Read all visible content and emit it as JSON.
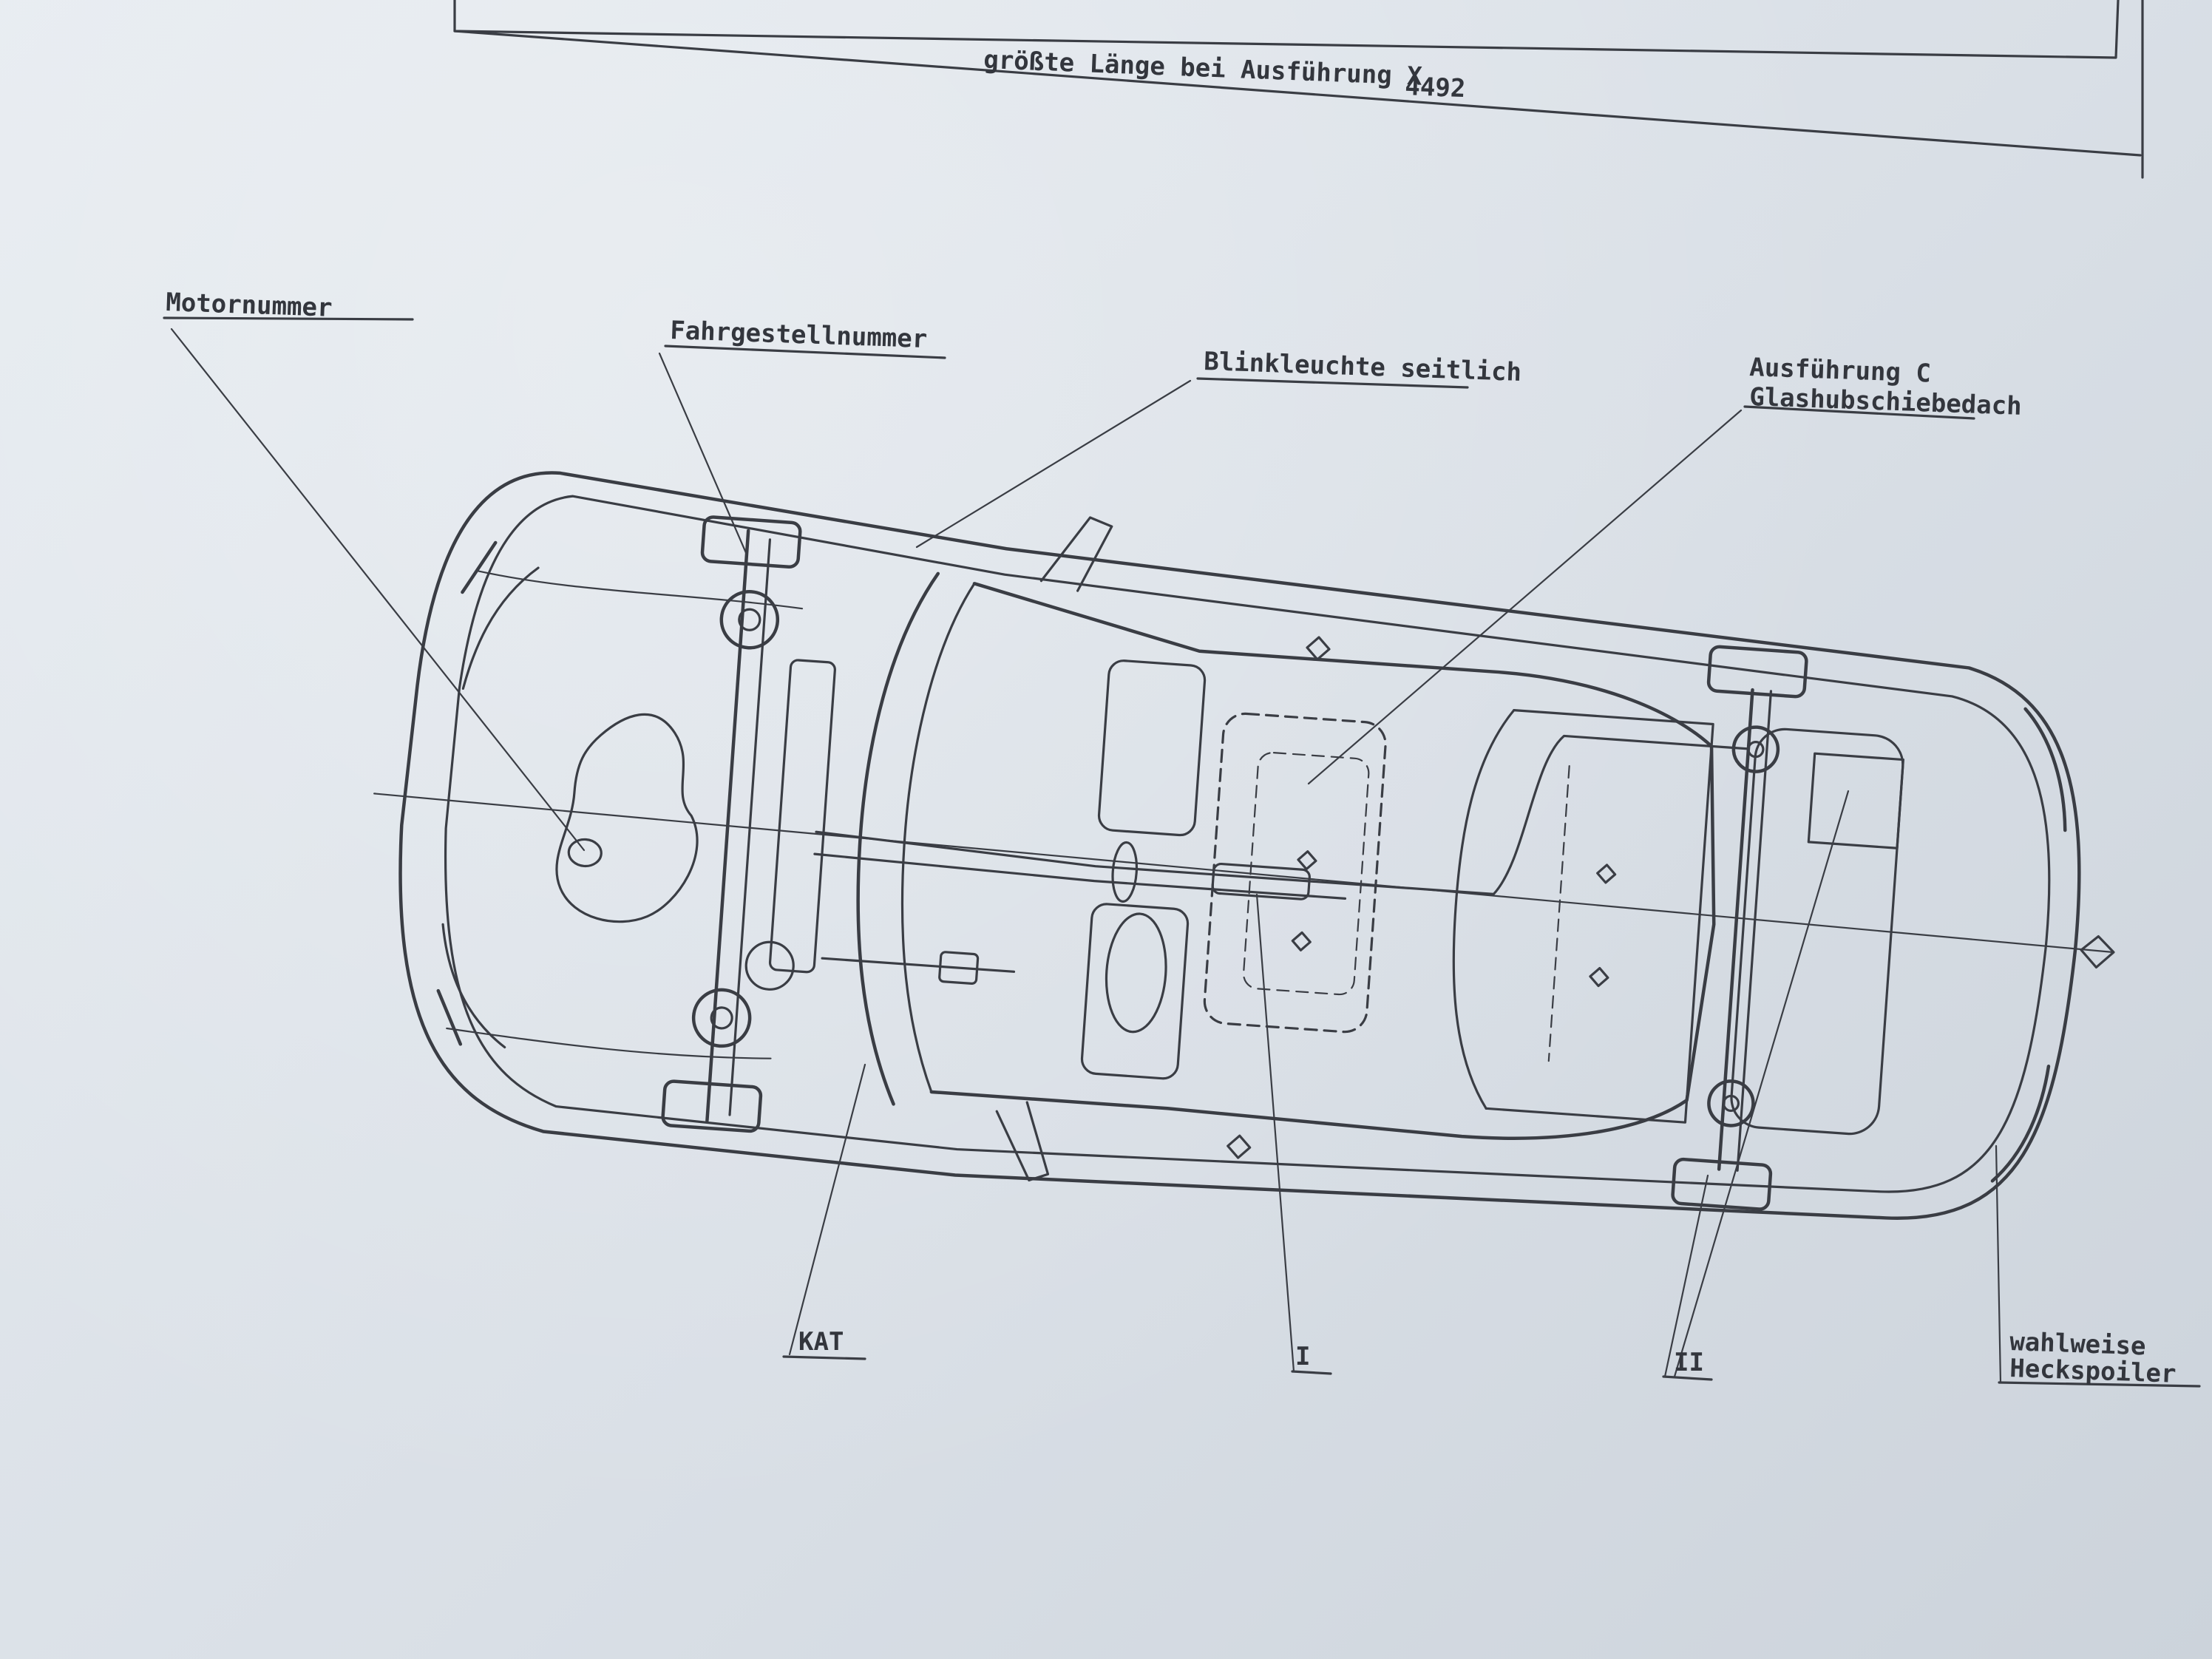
{
  "drawing": {
    "header_dimension_text": "größte Länge bei Ausführung X",
    "header_dimension_value": "4492"
  },
  "labels": {
    "motornummer": "Motornummer",
    "fahrgestellnummer": "Fahrgestellnummer",
    "blinkleuchte": "Blinkleuchte seitlich",
    "ausfuehrung_line1": "Ausführung C",
    "ausfuehrung_line2": "Glashubschiebedach",
    "kat": "KAT",
    "marker_1": "I",
    "marker_2": "II",
    "heckspoiler_line1": "wahlweise",
    "heckspoiler_line2": "Heckspoiler"
  },
  "colors": {
    "paper": "#dde3e9",
    "ink": "#3a3d44"
  }
}
